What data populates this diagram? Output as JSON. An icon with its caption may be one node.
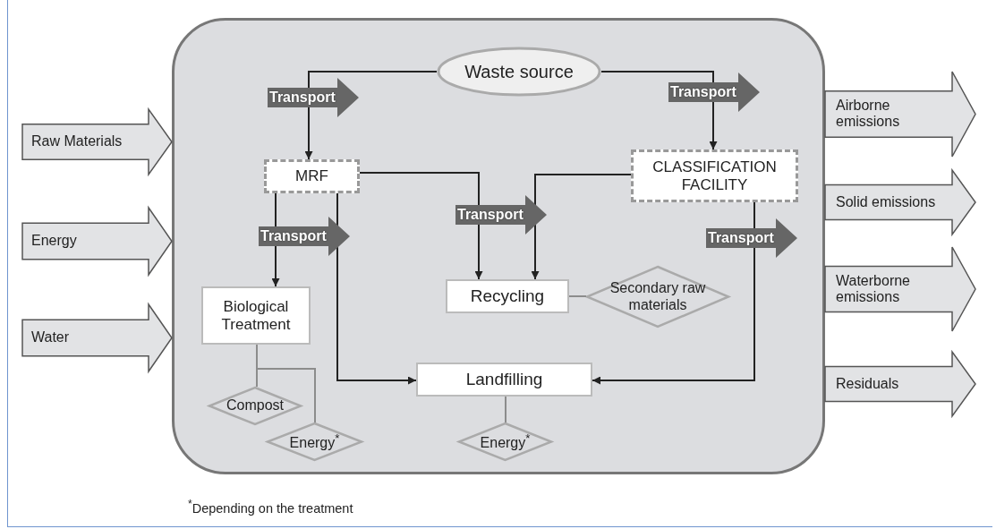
{
  "diagram": {
    "nodes": [
      {
        "text": [],
        "shape": "box"
      },
      {
        "text": [
          "Waste source"
        ],
        "in": 0
      },
      {
        "text": [
          "MRF"
        ],
        "in": 0
      },
      {
        "text": [
          "CLASSIFICATION FACILITY"
        ],
        "in": 0
      },
      {
        "text": [
          "Biological Treatment"
        ],
        "in": 0
      },
      {
        "text": [
          "Recycling"
        ],
        "in": 0
      },
      {
        "text": [
          "Secondary raw materials"
        ],
        "in": 0
      },
      {
        "text": [
          "Landfilling"
        ],
        "in": 0
      },
      {
        "text": [
          "Compost"
        ],
        "in": 0
      },
      {
        "text": [
          "Energy$^{*}$"
        ],
        "in": 0
      },
      {
        "text": [
          "Energy$^{*}$"
        ],
        "in": 0
      }
    ],
    "edges": [
      {
        "from": 1,
        "to": 2,
        "arrow": "to",
        "label": "Transport"
      },
      {
        "from": 1,
        "to": 3,
        "arrow": "to",
        "label": "Transport"
      },
      {
        "from": 2,
        "to": 4,
        "arrow": "to",
        "label": "Transport"
      },
      {
        "from": 2,
        "to": 7,
        "arrow": "to"
      },
      {
        "from": 2,
        "to": 5,
        "arrow": "to",
        "label": "Transport"
      },
      {
        "from": 3,
        "to": 5,
        "arrow": "to"
      },
      {
        "from": 3,
        "to": 7,
        "arrow": "to",
        "label": "Transport"
      },
      {
        "from": 5,
        "to": 6,
        "arrow": "none",
        "color": "#8c8c8c"
      },
      {
        "from": 4,
        "to": 8,
        "arrow": "none",
        "color": "#8c8c8c"
      },
      {
        "from": 4,
        "to": 9,
        "arrow": "none",
        "color": "#8c8c8c"
      },
      {
        "from": 7,
        "to": 10,
        "arrow": "none",
        "color": "#8c8c8c"
      },
      {
        "from": null,
        "to": 0,
        "arrow": "to",
        "label": "Raw Materials",
        "style": "thick"
      },
      {
        "from": null,
        "to": 0,
        "arrow": "to",
        "label": "Energy",
        "style": "thick"
      },
      {
        "from": null,
        "to": 0,
        "arrow": "to",
        "label": "Water",
        "style": "thick"
      },
      {
        "from": 0,
        "to": null,
        "arrow": "to",
        "label": "Airborne emissions",
        "style": "thick"
      },
      {
        "from": 0,
        "to": null,
        "arrow": "to",
        "label": "Solid emissions",
        "style": "thick"
      },
      {
        "from": 0,
        "to": null,
        "arrow": "to",
        "label": "Waterborne emissions",
        "style": "thick"
      },
      {
        "from": 0,
        "to": null,
        "arrow": "to",
        "label": "Residuals",
        "style": "thick"
      }
    ],
    "labels": [
      "$^{*}$Depending on the treatment"
    ]
  }
}
